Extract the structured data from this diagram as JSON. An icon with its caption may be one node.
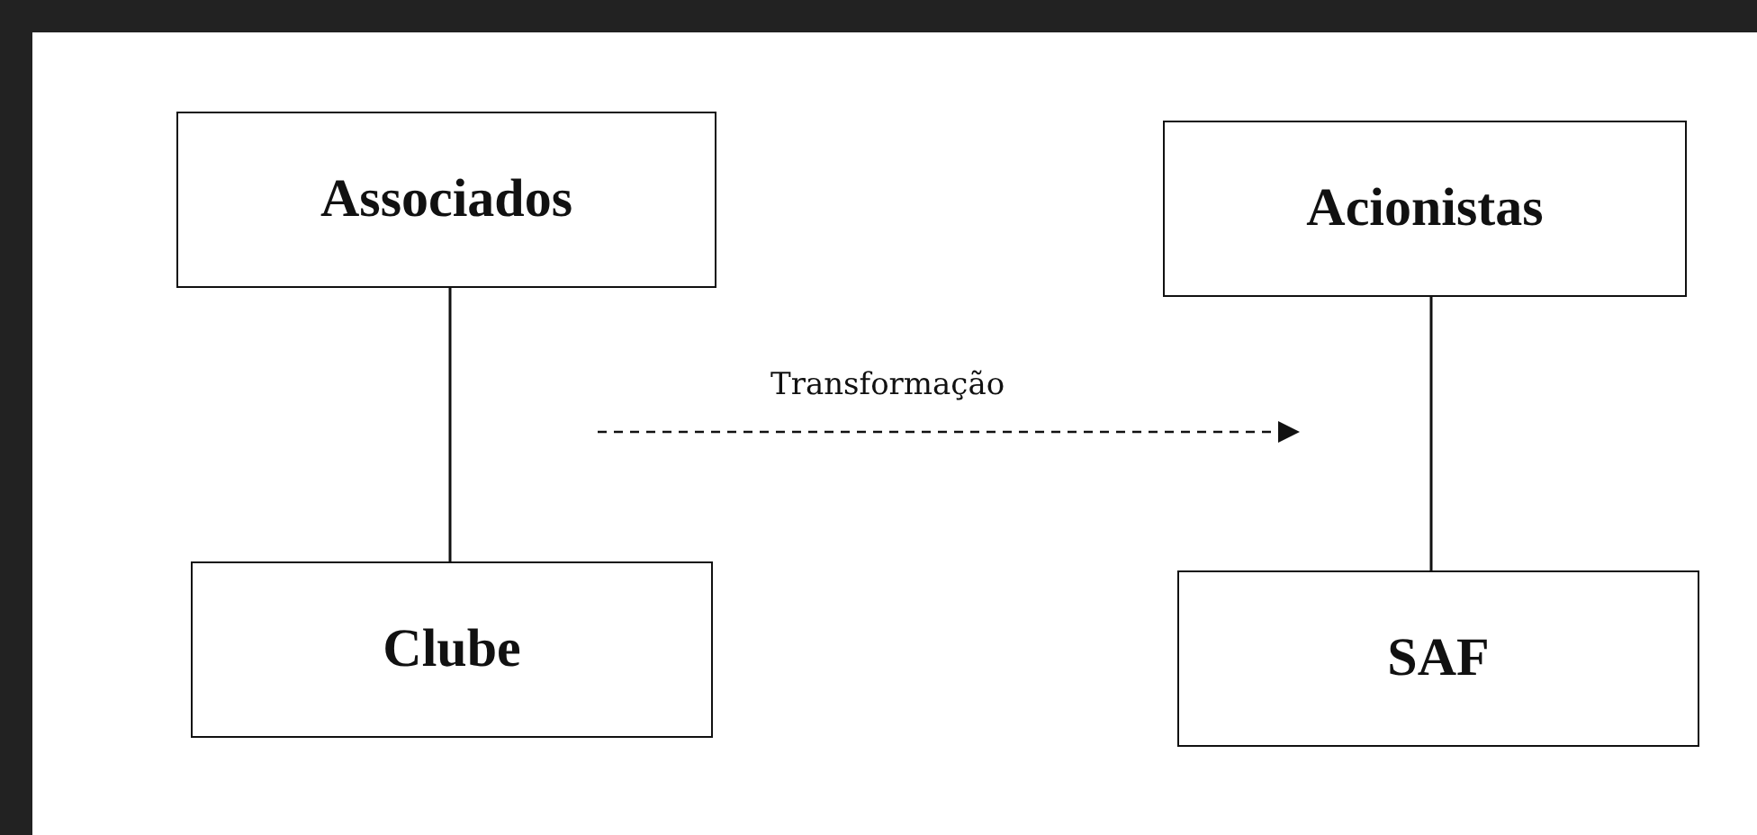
{
  "diagram": {
    "nodes": [
      {
        "text": [
          "Associados"
        ]
      },
      {
        "text": [
          "Clube"
        ]
      },
      {
        "text": [
          "Acionistas"
        ]
      },
      {
        "text": [
          "SAF"
        ]
      }
    ],
    "edges": [
      {
        "from": 0,
        "to": 1,
        "arrow": "none"
      },
      {
        "from": 2,
        "to": 3,
        "arrow": "none"
      }
    ],
    "labels": [
      "Transformação"
    ]
  }
}
